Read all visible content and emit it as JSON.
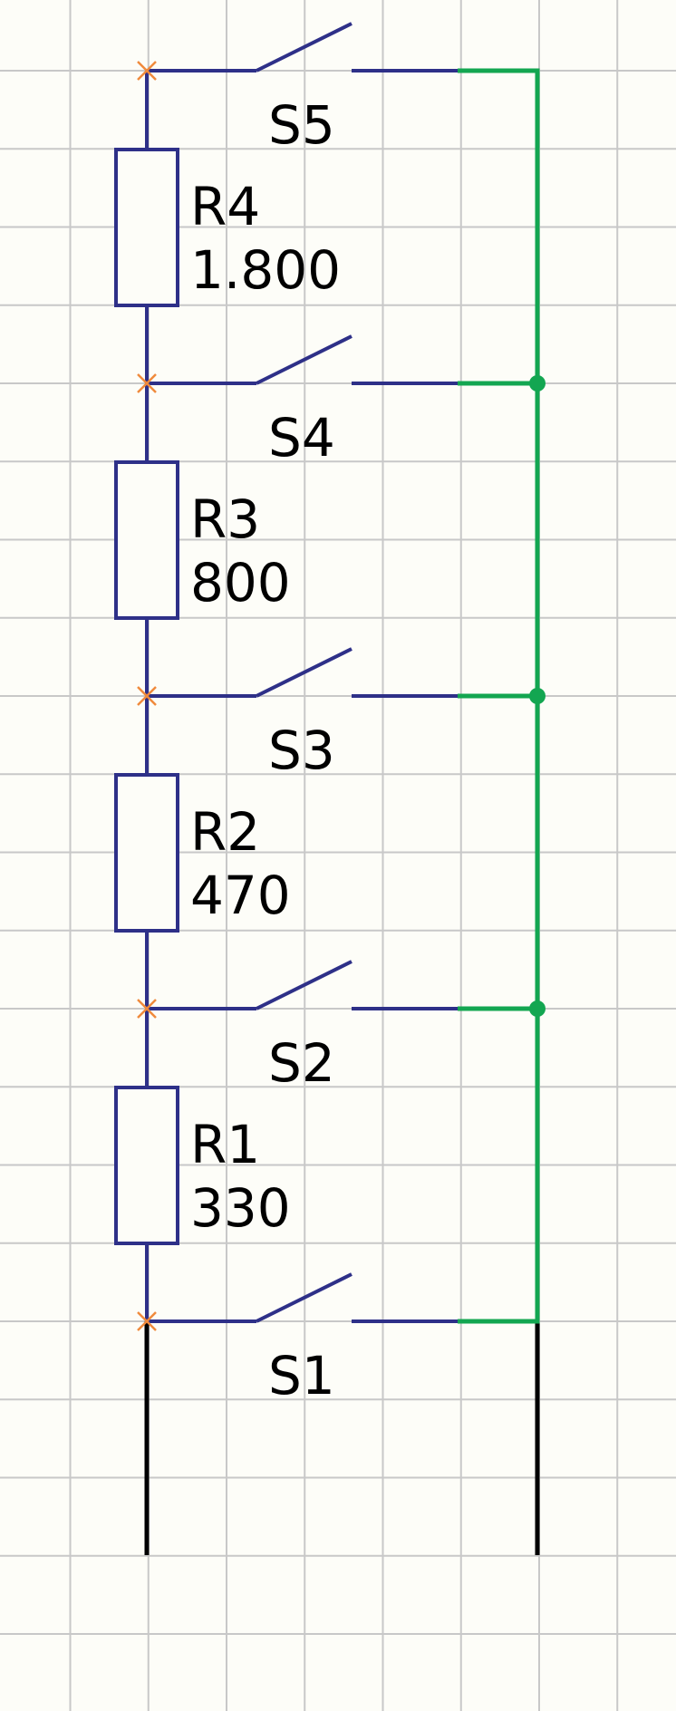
{
  "resistors": [
    {
      "name": "R1",
      "value": "330"
    },
    {
      "name": "R2",
      "value": "470"
    },
    {
      "name": "R3",
      "value": "800"
    },
    {
      "name": "R4",
      "value": "1.800"
    }
  ],
  "switches": [
    {
      "name": "S1"
    },
    {
      "name": "S2"
    },
    {
      "name": "S3"
    },
    {
      "name": "S4"
    },
    {
      "name": "S5"
    }
  ],
  "colors": {
    "wire": "#2e3088",
    "bus": "#13a651",
    "lead": "#000000",
    "terminal": "#f08a3c",
    "grid": "#c8c8c8",
    "background": "#fdfdf8"
  }
}
